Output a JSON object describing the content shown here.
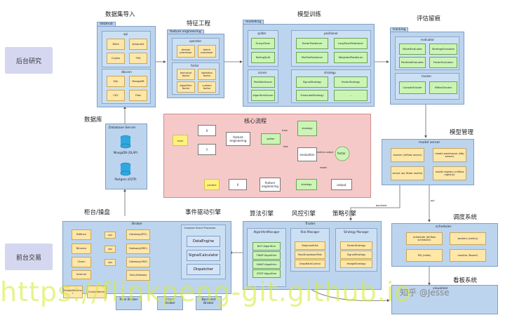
{
  "side_labels": {
    "research": "后台研究",
    "trading": "前台交易"
  },
  "section_titles": {
    "dataset_import": "数据集导入",
    "feature_engineering": "特征工程",
    "model_training": "模型训练",
    "evaluation": "评估留痕",
    "database": "数据库",
    "core_flow": "核心流程",
    "model_management": "模型管理",
    "counter": "柜台/操盘",
    "event_engine": "事件驱动引擎",
    "algo_engine": "算法引擎",
    "risk_engine": "风控引擎",
    "strategy_engine": "策略引擎",
    "scheduler_system": "调度系统",
    "dashboard": "看板系统"
  },
  "datahub": {
    "tab": "datahub",
    "api": {
      "title": "api",
      "items": [
        "Wind",
        "Joinquant",
        "Crypto",
        "THS"
      ]
    },
    "dbconn": {
      "title": "dbconn",
      "items": [
        "SQL",
        "MongoDB",
        "CSV",
        "Files"
      ]
    }
  },
  "feature": {
    "tab": "feature engineering",
    "operator": {
      "title": "operator",
      "items": [
        "stream processor",
        "batch processor"
      ]
    },
    "factor": {
      "title": "factor",
      "items": [
        "technical factor",
        "statistics factor",
        "algorithm factor",
        "custom factor"
      ]
    }
  },
  "modelling": {
    "tab": "modelling",
    "spliter": {
      "title": "spliter",
      "items": [
        "GroupSlicer",
        "RollingSplit"
      ]
    },
    "positioner": {
      "title": "positioner",
      "items": [
        "FactorPositioner",
        "LongShortPositioner",
        "MinPosPositioner",
        "WeightedPositioner"
      ]
    },
    "scorer": {
      "title": "scorer",
      "items": [
        "PortfolioScorer",
        "AlgorithmScorer"
      ]
    },
    "strategy": {
      "title": "strategy",
      "items": [
        "SignalStrategy",
        "FactorStrategy",
        "EnsembleStrategy",
        "..."
      ]
    }
  },
  "tracking": {
    "tab": "tracking",
    "evaluator": {
      "title": "evaluator",
      "items": [
        "ModelEvaluator",
        "StrategyEvaluator",
        "PortfolioEvaluator",
        "FactorEvaluator"
      ]
    },
    "tracker": {
      "title": "tracker",
      "items": [
        "ConsoleTracker",
        "MlflowTracker"
      ]
    }
  },
  "database_server": {
    "title": "Database Server",
    "db1": "MongoDB (OLAP)",
    "db2": "Postgres (OLTP)"
  },
  "core": {
    "train_note": "train",
    "predict_note": "predict",
    "x1": "X",
    "y1": "Y",
    "fe1": "feature engineering",
    "spliter": "spliter",
    "strategy_top": "strategy",
    "evaluation": "evaluation",
    "factor": "factor",
    "x2": "X",
    "fe2": "feature engineering",
    "strategy_bottom": "strategy",
    "output": "output",
    "edge_train": "train",
    "edge_test": "test",
    "edge_metrics": "metrics output",
    "edge_model": "model"
  },
  "model_server": {
    "title": "model server",
    "items": [
      "tracker (mlflow server)",
      "model warehouse (sftp server)",
      "server api (flask restful)",
      "model registry (mlflow registry)"
    ]
  },
  "scheduler": {
    "title": "scheduler",
    "items": [
      "scheduler (airflow scheduler)",
      "workers (celery)",
      "MQ (redis)",
      "monitor (flower)"
    ]
  },
  "visualizer": {
    "title": "visualizer"
  },
  "broker": {
    "title": "Broker",
    "exchanges": [
      "Bitfinex",
      "Binance",
      "Ctcoin",
      "Internal"
    ],
    "apis": [
      "api",
      "api",
      "api"
    ],
    "gateways": [
      "Gateway(BTC)",
      "Gateway(DRC)",
      "Gateway(OKE)",
      "SimuGateway"
    ],
    "matcher": "SimpleMatche r",
    "crossmatcher": "CrossMatcher",
    "event_processor": "Complex Event Processor",
    "engines": [
      "DataEngine",
      "SignalCalculator",
      "Dispatcher"
    ],
    "bottom": [
      "Real Broker",
      "Paper Broker",
      "Backtest Broker"
    ]
  },
  "trader": {
    "title": "Trader",
    "algo": {
      "title": "AlgorithmManager",
      "items": [
        "BUY Algorithm",
        "TWAP Algorithm",
        "VWAP Algorithm",
        "GTOP Algorithm"
      ]
    },
    "risk": {
      "title": "Risk Manager",
      "items": [
        "StopLossRisk",
        "MaxDrawdownRisk",
        "DropRateControl"
      ]
    },
    "strategy": {
      "title": "Strategy Manager",
      "items": [
        "FactorStrategy",
        "SignalStrategy",
        "HedgeStrategy"
      ]
    }
  },
  "edge_labels": {
    "backtest": "backtest",
    "api": "api"
  },
  "watermark": "https://flinkpeng-git.github.io",
  "watermark_zh": "知乎 @Jesse",
  "colors": {
    "container": "#bcd4ee",
    "item_green": "#cbf5b4",
    "item_yellow": "#ffe7a8",
    "core": "#f6c9c9",
    "side": "#d4d7ef"
  }
}
